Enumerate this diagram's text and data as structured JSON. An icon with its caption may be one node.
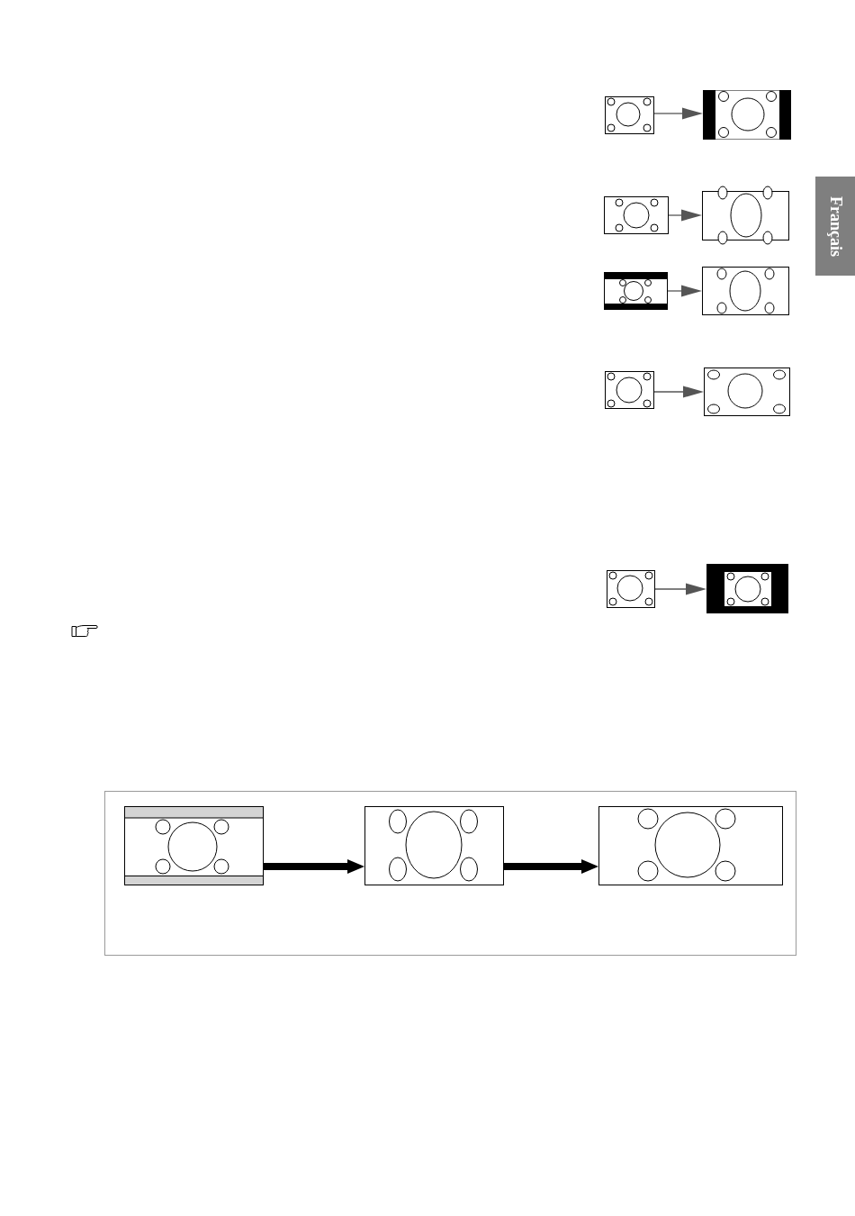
{
  "diagram": {
    "nodes": [
      {
        "text": [],
        "shape": "picture"
      },
      {
        "text": [],
        "shape": "picture"
      },
      {
        "text": [],
        "shape": "picture"
      },
      {
        "text": [],
        "shape": "picture"
      },
      {
        "text": [],
        "shape": "picture"
      },
      {
        "text": [],
        "shape": "picture"
      },
      {
        "text": [],
        "shape": "picture"
      },
      {
        "text": [],
        "shape": "picture"
      },
      {
        "text": [],
        "shape": "picture"
      },
      {
        "text": [],
        "shape": "picture"
      },
      {
        "text": [],
        "shape": "box"
      },
      {
        "text": [],
        "shape": "picture",
        "in": 10
      },
      {
        "text": [],
        "shape": "picture",
        "in": 10
      },
      {
        "text": [],
        "shape": "picture",
        "in": 10
      }
    ],
    "edges": [
      {
        "from": 0,
        "to": 1,
        "arrow": "to"
      },
      {
        "from": 2,
        "to": 3,
        "arrow": "to"
      },
      {
        "from": 4,
        "to": 5,
        "arrow": "to"
      },
      {
        "from": 6,
        "to": 7,
        "arrow": "to"
      },
      {
        "from": 8,
        "to": 9,
        "arrow": "to"
      },
      {
        "from": 11,
        "to": 12,
        "arrow": "to",
        "style": "thick",
        "color": "#000000"
      },
      {
        "from": 12,
        "to": 13,
        "arrow": "to",
        "style": "thick",
        "color": "#000000"
      }
    ],
    "labels": [
      "Français"
    ]
  }
}
